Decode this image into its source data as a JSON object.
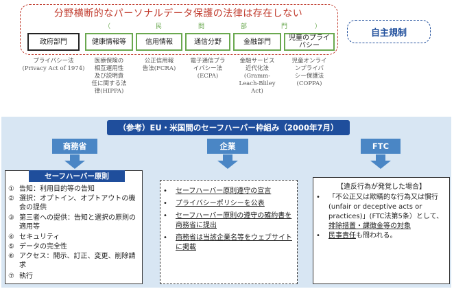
{
  "top": {
    "title": "分野横断的なパーソナルデータ保護の法律は存在しない",
    "minkan": [
      "（",
      "民",
      "間",
      "部",
      "門",
      "）"
    ]
  },
  "laws": [
    {
      "label": "政府部門",
      "desc": "プライバシー法\n(Privacy Act of 1974)"
    },
    {
      "label": "健康情報等",
      "desc": "医療保険の\n相互運用性\n及び説明責\n任に関する法\n律(HIPPA)"
    },
    {
      "label": "信用情報",
      "desc": "公正信用報\n告法(FCRA)"
    },
    {
      "label": "通信分野",
      "desc": "電子通信プラ\nイバシー法\n(ECPA)"
    },
    {
      "label": "金融部門",
      "desc": "金融サービス\n近代化法\n(Gramm-\nLeach-Bliley\nAct)"
    },
    {
      "label": "児童のプライバシー",
      "label_lines": [
        "児童のプライ",
        "バシー"
      ],
      "desc": "児童オンライ\nンプライバ\nシー保護法\n(COPPA)"
    }
  ],
  "self_regulation": "自主規制",
  "safe_harbor": {
    "title": "（参考）EU・米国間のセーフハーバー枠組み（2000年7月）",
    "actors": [
      "商務省",
      "企業",
      "FTC"
    ]
  },
  "principles": {
    "header": "セーフハーバー原則",
    "items": [
      {
        "num": "①",
        "text": "告知：利用目的等の告知"
      },
      {
        "num": "②",
        "text": "選択：オプトイン、オプトアウトの機会の提供"
      },
      {
        "num": "③",
        "text": "第三者への提供：告知と選択の原則の適用等"
      },
      {
        "num": "④",
        "text": "セキュリティ"
      },
      {
        "num": "⑤",
        "text": "データの完全性"
      },
      {
        "num": "⑥",
        "text": "アクセス：開示、訂正、変更、削除請求"
      },
      {
        "num": "⑦",
        "text": "執行"
      }
    ]
  },
  "company": {
    "bullet": "•",
    "items": [
      "セーフハーバー原則遵守の宣言",
      "プライバシーポリシーを公表",
      "セーフハーバー原則の遵守の確約書を商務省に提出",
      "商務省は当該企業名等をウェブサイトに掲載"
    ]
  },
  "ftc": {
    "header": "【違反行為が発覚した場合】",
    "bullet": "•",
    "item1_pre": "「不公正又は欺瞞的な行為又は慣行(unfair or deceptive acts or practices)」(FTC法第5条）として、",
    "item1_u": "排除措置・課徴金等の対象",
    "item2_u": "民事責任",
    "item2_post": "も問われる。"
  }
}
